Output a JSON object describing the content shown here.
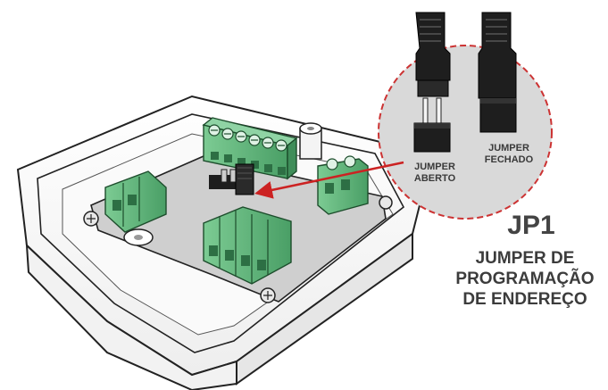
{
  "zoom_callout": {
    "open_jumper": {
      "line1": "JUMPER",
      "line2": "ABERTO"
    },
    "closed_jumper": {
      "line1": "JUMPER",
      "line2": "FECHADO"
    }
  },
  "title": "JP1",
  "caption": {
    "line1": "JUMPER DE",
    "line2": "PROGRAMAÇÃO",
    "line3": "DE ENDEREÇO"
  },
  "colors": {
    "terminal_green": "#5fb37a",
    "callout_circle": "#d9d9d9",
    "callout_dash": "#cc3333",
    "arrow": "#cc2222",
    "jumper_black": "#1e1e1e"
  }
}
